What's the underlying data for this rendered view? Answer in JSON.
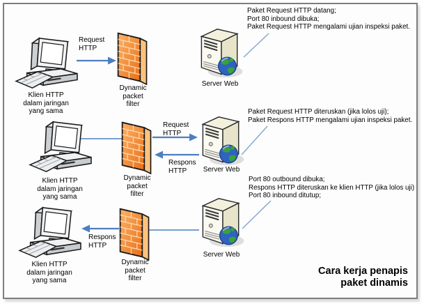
{
  "title": {
    "line1": "Cara kerja penapis",
    "line2": "paket dinamis"
  },
  "colors": {
    "arrow_blue": "#4d7ebf",
    "callout_blue": "#85a8d2",
    "firewall_orange": "#ef7c24",
    "server_beige": "#f7f5e6",
    "frame_gray": "#7d7d7d"
  },
  "nodes": {
    "client": {
      "label_lines": [
        "Klien HTTP",
        "dalam jaringan",
        "yang sama"
      ]
    },
    "firewall": {
      "label_lines": [
        "Dynamic",
        "packet",
        "filter"
      ]
    },
    "server": {
      "label": "Server Web"
    }
  },
  "edges": {
    "request_label_lines": [
      "Request",
      "HTTP"
    ],
    "respons_label_lines": [
      "Respons",
      "HTTP"
    ]
  },
  "annotations": {
    "step1": {
      "lines": [
        "Paket Request HTTP datang;",
        "Port 80 inbound dibuka;",
        "Paket Request HTTP mengalami ujian inspeksi paket."
      ]
    },
    "step2": {
      "lines": [
        "Paket Request HTTP diteruskan (jika lolos uji);",
        "Paket Respons HTTP mengalami ujian inspeksi paket."
      ]
    },
    "step3": {
      "lines": [
        "Port 80 outbound dibuka;",
        "Respons HTTP diteruskan ke klien HTTP (jika lolos uji)",
        "Port 80 inbound ditutup;"
      ]
    }
  }
}
